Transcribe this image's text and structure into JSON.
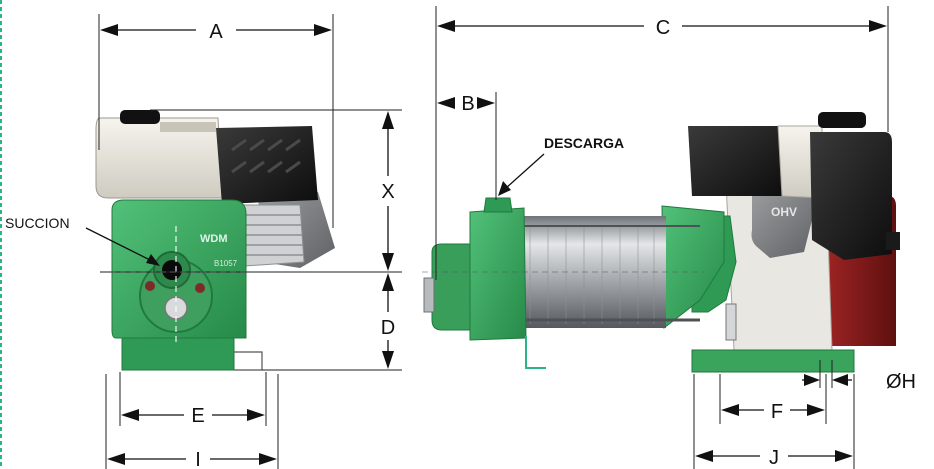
{
  "labels": {
    "A": "A",
    "B": "B",
    "C": "C",
    "D": "D",
    "E": "E",
    "F": "F",
    "H": "ØH",
    "I": "I",
    "J": "J",
    "X": "X",
    "suction": "SUCCION",
    "discharge": "DESCARGA"
  },
  "product_marks": {
    "front_brand": "WDM",
    "front_model": "B1057",
    "engine_badge": "OHV"
  },
  "colors": {
    "pump_green": "#3aa35c",
    "pump_green_dark": "#1f7a3e",
    "engine_white": "#ece9e0",
    "engine_black": "#1a1a1a",
    "engine_red": "#8a1c1c",
    "steel": "#b9bcbf",
    "edge_accent": "#2bb38a"
  }
}
